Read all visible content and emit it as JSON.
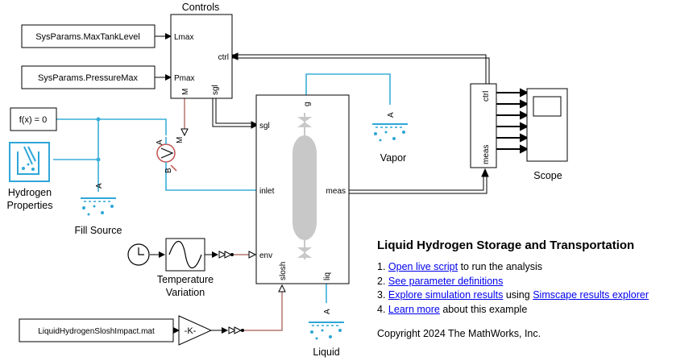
{
  "blocks": {
    "max_tank_level": "SysParams.MaxTankLevel",
    "pressure_max": "SysParams.PressureMax",
    "fx": "f(x) = 0",
    "slosh_file": "LiquidHydrogenSloshImpact.mat",
    "gain": "-K-"
  },
  "labels": {
    "controls": "Controls",
    "hydrogen_properties_1": "Hydrogen",
    "hydrogen_properties_2": "Properties",
    "fill_source": "Fill Source",
    "temperature_variation_1": "Temperature",
    "temperature_variation_2": "Variation",
    "vapor": "Vapor",
    "liquid": "Liquid",
    "scope": "Scope"
  },
  "ports": {
    "lmax": "Lmax",
    "pmax": "Pmax",
    "ctrl": "ctrl",
    "sgl": "sgl",
    "m": "M",
    "g": "g",
    "inlet": "inlet",
    "meas": "meas",
    "env": "env",
    "slosh": "slosh",
    "liq": "liq",
    "scope_ctrl": "ctrl",
    "scope_meas": "meas",
    "a": "A",
    "b": "B"
  },
  "info": {
    "title": "Liquid Hydrogen Storage and Transportation",
    "item1_num": "1.",
    "item1_link": "Open live script",
    "item1_rest": "to run the analysis",
    "item2_num": "2.",
    "item2_link": "See parameter definitions",
    "item3_num": "3.",
    "item3_link1": "Explore simulation results",
    "item3_mid": "using",
    "item3_link2": "Simscape results explorer",
    "item4_num": "4.",
    "item4_link": "Learn more",
    "item4_rest": "about this example",
    "copyright": "Copyright 2024 The MathWorks, Inc."
  },
  "colors": {
    "physical_line": "#3aaed8",
    "thermal_line": "#b4766e",
    "signal_line": "#000000",
    "tank_fill": "#c8c8c8",
    "hydrogen_icon": "#2ea6d8",
    "link": "#0000ee"
  }
}
